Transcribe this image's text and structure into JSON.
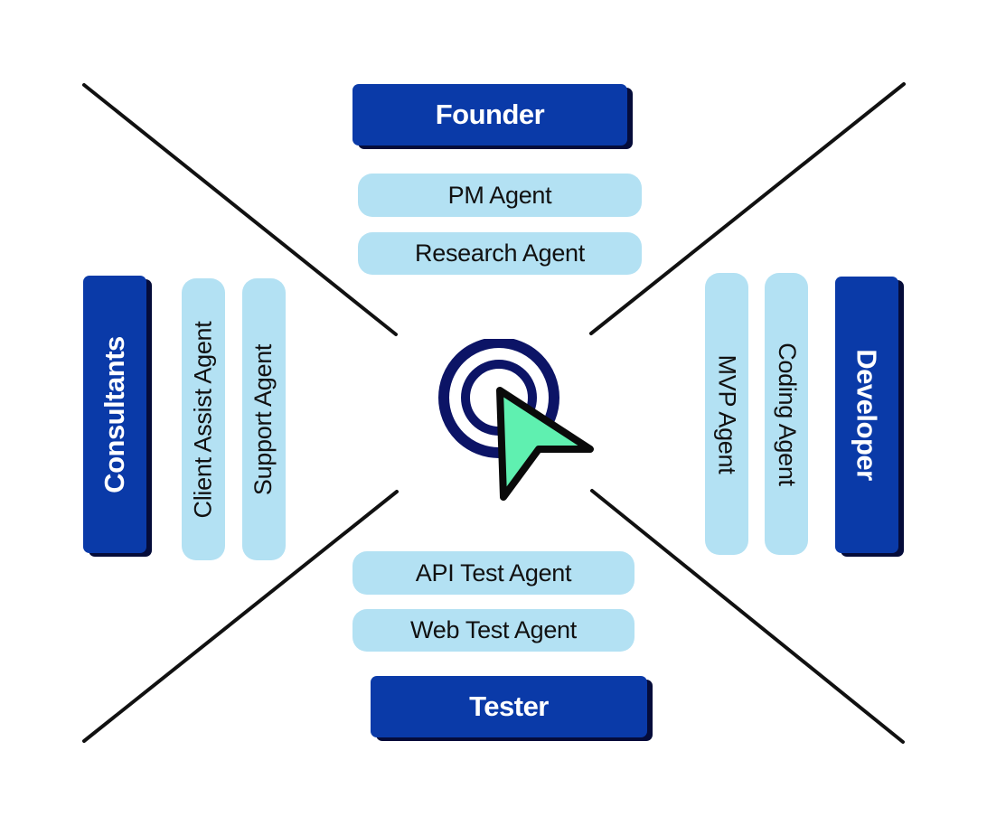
{
  "diagram": {
    "center": {
      "icon": "target-cursor-icon",
      "colors": {
        "rings": "#0c1466",
        "cursor_fill": "#5ff0b0",
        "cursor_outline": "#0a0a0a"
      }
    },
    "roles": {
      "founder": {
        "label": "Founder",
        "agents": [
          "PM Agent",
          "Research Agent"
        ]
      },
      "developer": {
        "label": "Developer",
        "agents": [
          "MVP Agent",
          "Coding Agent"
        ]
      },
      "tester": {
        "label": "Tester",
        "agents": [
          "API Test Agent",
          "Web Test Agent"
        ]
      },
      "consultants": {
        "label": "Consultants",
        "agents": [
          "Client Assist Agent",
          "Support Agent"
        ]
      }
    },
    "colors": {
      "role_box": "#0a3aa8",
      "role_shadow": "#050c3a",
      "agent_pill": "#b3e1f3",
      "divider_lines": "#111111"
    }
  }
}
